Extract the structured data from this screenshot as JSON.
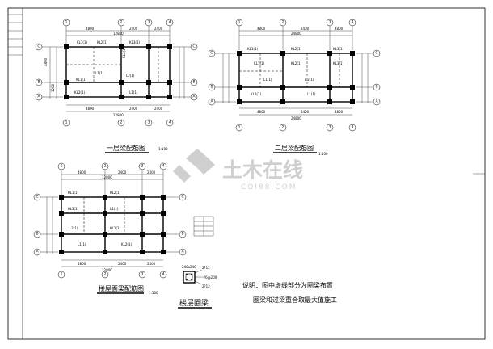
{
  "plans": [
    {
      "title": "一层梁配筋图",
      "scale": "1:100"
    },
    {
      "title": "二层梁配筋图",
      "scale": "1:100"
    },
    {
      "title": "楼屋面梁配筋图",
      "scale": "1:100"
    }
  ],
  "detail": {
    "title": "楼层圈梁"
  },
  "notes": {
    "line1": "说明：图中虚线部分为圈梁布置",
    "line2": "圈梁和过梁重合取最大值施工"
  },
  "watermark": {
    "text_cn": "土木在线",
    "text_en": "COI88.COM"
  },
  "axes": {
    "numbers": [
      "1",
      "2",
      "3",
      "4"
    ],
    "letters": [
      "A",
      "B",
      "C"
    ]
  },
  "dims": {
    "plan1_top": [
      "4800",
      "2400",
      "2400"
    ],
    "plan1_total": "12800",
    "plan1_bottom": [
      "4800",
      "2400",
      "2400"
    ],
    "plan1_left": [
      "4800",
      "1200"
    ],
    "plan2_top": [
      "4800",
      "2400",
      "4800"
    ],
    "plan2_total": "24800",
    "plan2_bottom": [
      "4800",
      "2400",
      "4800"
    ],
    "plan3_top": [
      "4800",
      "2400",
      "2400"
    ],
    "plan3_total": "12800",
    "plan3_bottom": [
      "4800",
      "2400",
      "2400"
    ]
  },
  "beam_labels": [
    "KL1(1)",
    "KL2(1)",
    "KL3(1)",
    "L1(1)",
    "L2(1)"
  ],
  "section": {
    "size": "240x240",
    "top": "2?12",
    "bottom": "2?12",
    "stirrup": "?6@200"
  }
}
